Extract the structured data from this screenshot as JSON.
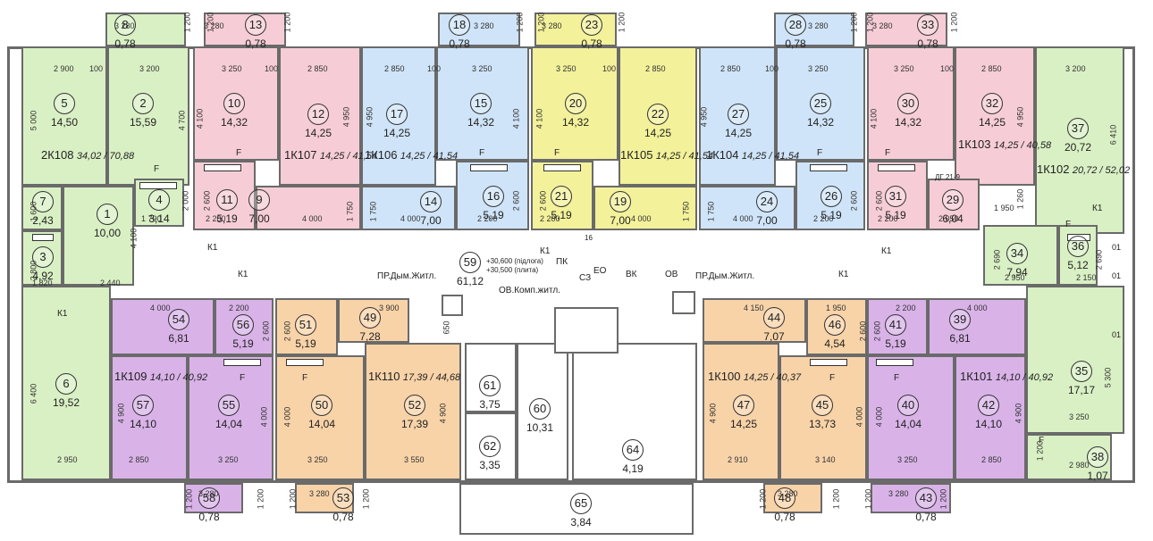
{
  "apartments": [
    {
      "code": "2К108",
      "areas": "34,02 / 70,88"
    },
    {
      "code": "1К107",
      "areas": "14,25 / 41,54"
    },
    {
      "code": "1К106",
      "areas": "14,25 / 41,54"
    },
    {
      "code": "1К105",
      "areas": "14,25 / 41,54"
    },
    {
      "code": "1К104",
      "areas": "14,25 / 41,54"
    },
    {
      "code": "1К103",
      "areas": "14,25 / 40,58"
    },
    {
      "code": "1К102",
      "areas": "20,72 / 52,02"
    },
    {
      "code": "1К109",
      "areas": "14,10 / 40,92"
    },
    {
      "code": "1К110",
      "areas": "17,39 / 44,68"
    },
    {
      "code": "1К100",
      "areas": "14,25 / 40,37"
    },
    {
      "code": "1К101",
      "areas": "14,10 / 40,92"
    }
  ],
  "rooms": [
    {
      "n": "8",
      "a": "0,78"
    },
    {
      "n": "13",
      "a": "0,78"
    },
    {
      "n": "18",
      "a": "0,78"
    },
    {
      "n": "23",
      "a": "0,78"
    },
    {
      "n": "28",
      "a": "0,78"
    },
    {
      "n": "33",
      "a": "0,78"
    },
    {
      "n": "5",
      "a": "14,50"
    },
    {
      "n": "2",
      "a": "15,59"
    },
    {
      "n": "10",
      "a": "14,32"
    },
    {
      "n": "12",
      "a": "14,25"
    },
    {
      "n": "17",
      "a": "14,25"
    },
    {
      "n": "15",
      "a": "14,32"
    },
    {
      "n": "20",
      "a": "14,32"
    },
    {
      "n": "22",
      "a": "14,25"
    },
    {
      "n": "27",
      "a": "14,25"
    },
    {
      "n": "25",
      "a": "14,32"
    },
    {
      "n": "30",
      "a": "14,32"
    },
    {
      "n": "32",
      "a": "14,25"
    },
    {
      "n": "37",
      "a": "20,72"
    },
    {
      "n": "7",
      "a": "2,43"
    },
    {
      "n": "4",
      "a": "3,14"
    },
    {
      "n": "1",
      "a": "10,00"
    },
    {
      "n": "3",
      "a": "4,92"
    },
    {
      "n": "11",
      "a": "5,19"
    },
    {
      "n": "9",
      "a": "7,00"
    },
    {
      "n": "14",
      "a": "7,00"
    },
    {
      "n": "16",
      "a": "5,19"
    },
    {
      "n": "21",
      "a": "5,19"
    },
    {
      "n": "19",
      "a": "7,00"
    },
    {
      "n": "24",
      "a": "7,00"
    },
    {
      "n": "26",
      "a": "5,19"
    },
    {
      "n": "31",
      "a": "5,19"
    },
    {
      "n": "29",
      "a": "6,04"
    },
    {
      "n": "59",
      "a": "61,12"
    },
    {
      "n": "34",
      "a": "7,94"
    },
    {
      "n": "36",
      "a": "5,12"
    },
    {
      "n": "54",
      "a": "6,81"
    },
    {
      "n": "56",
      "a": "5,19"
    },
    {
      "n": "51",
      "a": "5,19"
    },
    {
      "n": "49",
      "a": "7,28"
    },
    {
      "n": "44",
      "a": "7,07"
    },
    {
      "n": "46",
      "a": "4,54"
    },
    {
      "n": "41",
      "a": "5,19"
    },
    {
      "n": "39",
      "a": "6,81"
    },
    {
      "n": "6",
      "a": "19,52"
    },
    {
      "n": "57",
      "a": "14,10"
    },
    {
      "n": "55",
      "a": "14,04"
    },
    {
      "n": "50",
      "a": "14,04"
    },
    {
      "n": "52",
      "a": "17,39"
    },
    {
      "n": "61",
      "a": "3,75"
    },
    {
      "n": "60",
      "a": "10,31"
    },
    {
      "n": "62",
      "a": "3,35"
    },
    {
      "n": "64",
      "a": "4,19"
    },
    {
      "n": "47",
      "a": "14,25"
    },
    {
      "n": "45",
      "a": "13,73"
    },
    {
      "n": "40",
      "a": "14,04"
    },
    {
      "n": "42",
      "a": "14,10"
    },
    {
      "n": "35",
      "a": "17,17"
    },
    {
      "n": "38",
      "a": "1,07"
    },
    {
      "n": "58",
      "a": "0,78"
    },
    {
      "n": "53",
      "a": "0,78"
    },
    {
      "n": "65",
      "a": "3,84"
    },
    {
      "n": "48",
      "a": "0,78"
    },
    {
      "n": "43",
      "a": "0,78"
    }
  ],
  "labels": {
    "k1": "К1",
    "pr_dym": "ПР.Дым.Житл.",
    "ov_komp": "ОВ.Комп.житл.",
    "sz": "СЗ",
    "eo": "ЕО",
    "vk": "ВК",
    "ov": "ОВ",
    "pk": "ПК",
    "f": "F",
    "level1": "+30,600 (підлога)",
    "level2": "+30,500 (плита)",
    "dg": "ДГ 21-9",
    "n16": "16",
    "n01": "01"
  },
  "dims": {
    "d3280": "3 280",
    "d1200": "1 200",
    "d2900": "2 900",
    "d100": "100",
    "d3200": "3 200",
    "d3250": "3 250",
    "d2850": "2 850",
    "d5000": "5 000",
    "d4700": "4 700",
    "d4950": "4 950",
    "d6410": "6 410",
    "d2600": "2 600",
    "d2200": "2 200",
    "d4000": "4 000",
    "d1750": "1 750",
    "d1790": "1 790",
    "d2000": "2 000",
    "d1600": "1 600",
    "d2050": "2 050",
    "d1950": "1 950",
    "d1260": "1 260",
    "d4100": "4 100",
    "d2800": "2 800",
    "d1820": "1 820",
    "d2440": "2 440",
    "d2690": "2 690",
    "d2950": "2 950",
    "d2150": "2 150",
    "d3900": "3 900",
    "d4150": "4 150",
    "d650": "650",
    "d6400": "6 400",
    "d4900": "4 900",
    "d3550": "3 550",
    "d2910": "2 910",
    "d3140": "3 140",
    "d5300": "5 300",
    "d2980": "2 980"
  }
}
